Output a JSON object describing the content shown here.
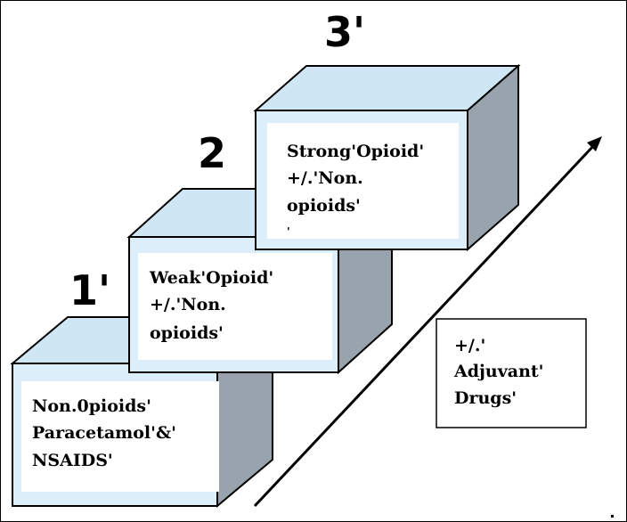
{
  "colors": {
    "box_top": "#cfe6f5",
    "box_front": "#dbeef9",
    "box_side": "#99a3ad",
    "inner_panel": "#ffffff",
    "stroke": "#000000"
  },
  "steps": [
    {
      "number": "1'",
      "lines": [
        "Non.0pioids'",
        "Paracetamol'&'",
        "NSAIDS'"
      ]
    },
    {
      "number": "2",
      "lines": [
        "Weak'Opioid'",
        "+/.'Non.",
        "opioids'"
      ]
    },
    {
      "number": "3'",
      "lines": [
        "Strong'Opioid'",
        "+/.'Non.",
        "opioids'",
        "'"
      ]
    }
  ],
  "adjuvant": {
    "lines": [
      "+/.'",
      "Adjuvant'",
      "Drugs'"
    ]
  }
}
